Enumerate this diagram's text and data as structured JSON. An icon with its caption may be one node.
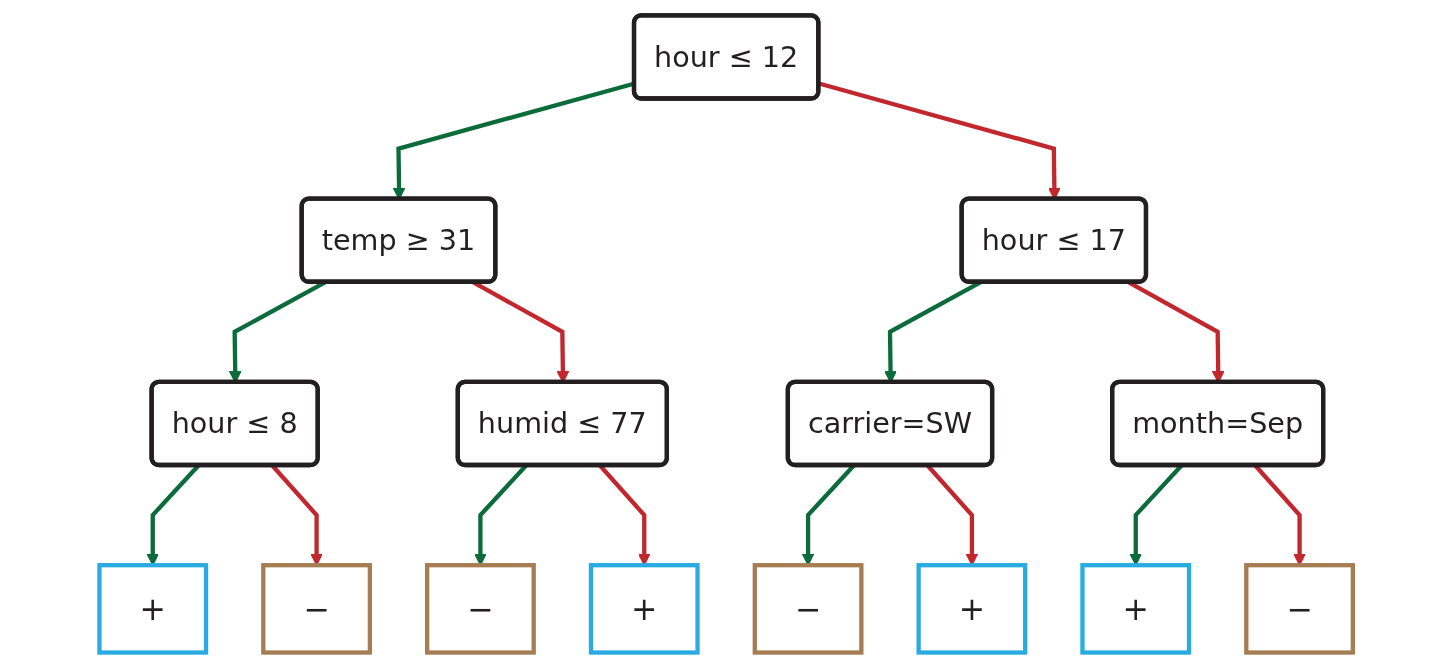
{
  "diagram": {
    "nodes": [
      {
        "text": [
          "hour ≤ 12"
        ]
      },
      {
        "text": [
          "temp ≥ 31"
        ]
      },
      {
        "text": [
          "hour ≤ 17"
        ]
      },
      {
        "text": [
          "hour ≤ 8"
        ]
      },
      {
        "text": [
          "humid ≤ 77"
        ]
      },
      {
        "text": [
          "carrier=SW"
        ]
      },
      {
        "text": [
          "month=Sep"
        ]
      },
      {
        "text": [
          "+"
        ]
      },
      {
        "text": [
          "−"
        ]
      },
      {
        "text": [
          "−"
        ]
      },
      {
        "text": [
          "+"
        ]
      },
      {
        "text": [
          "−"
        ]
      },
      {
        "text": [
          "+"
        ]
      },
      {
        "text": [
          "+"
        ]
      },
      {
        "text": [
          "−"
        ]
      }
    ],
    "edges": [
      {
        "from": 0,
        "to": 1,
        "arrow": "to",
        "color": "#0b6b3a"
      },
      {
        "from": 0,
        "to": 2,
        "arrow": "to",
        "color": "#c1272d"
      },
      {
        "from": 1,
        "to": 3,
        "arrow": "to",
        "color": "#0b6b3a"
      },
      {
        "from": 1,
        "to": 4,
        "arrow": "to",
        "color": "#c1272d"
      },
      {
        "from": 2,
        "to": 5,
        "arrow": "to",
        "color": "#0b6b3a"
      },
      {
        "from": 2,
        "to": 6,
        "arrow": "to",
        "color": "#c1272d"
      },
      {
        "from": 3,
        "to": 7,
        "arrow": "to",
        "color": "#0b6b3a"
      },
      {
        "from": 3,
        "to": 8,
        "arrow": "to",
        "color": "#c1272d"
      },
      {
        "from": 4,
        "to": 9,
        "arrow": "to",
        "color": "#0b6b3a"
      },
      {
        "from": 4,
        "to": 10,
        "arrow": "to",
        "color": "#c1272d"
      },
      {
        "from": 5,
        "to": 11,
        "arrow": "to",
        "color": "#0b6b3a"
      },
      {
        "from": 5,
        "to": 12,
        "arrow": "to",
        "color": "#c1272d"
      },
      {
        "from": 6,
        "to": 13,
        "arrow": "to",
        "color": "#0b6b3a"
      },
      {
        "from": 6,
        "to": 14,
        "arrow": "to",
        "color": "#c1272d"
      }
    ]
  }
}
